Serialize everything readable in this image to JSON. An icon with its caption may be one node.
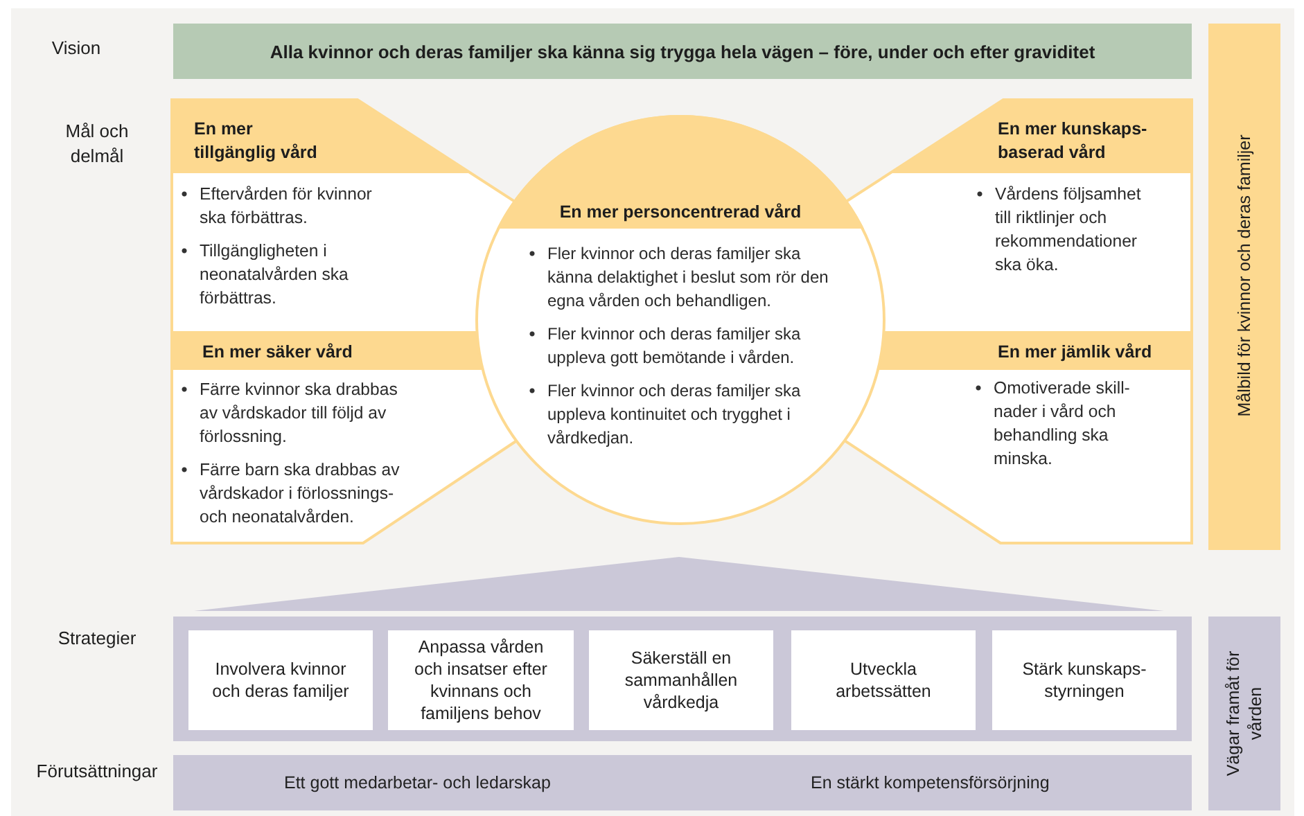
{
  "diagram": {
    "nodes": [
      {
        "text": [
          "Alla kvinnor och deras familjer ska känna sig trygga hela vägen – före, under och efter graviditet"
        ]
      },
      {
        "text": [
          "Målbild för kvinnor och deras familjer"
        ]
      },
      {
        "text": [
          "En mer tillgänglig vård",
          "Eftervården för kvinnor ska förbättras.",
          "Tillgängligheten i neonatalvården ska förbättras."
        ]
      },
      {
        "text": [
          "En mer säker vård",
          "Färre kvinnor ska drabbas av vårdskador till följd av förlossning.",
          "Färre barn ska drabbas av vårdskador i förlossnings- och neonatalvården."
        ]
      },
      {
        "text": [
          "En mer personcentrerad vård",
          "Fler kvinnor och deras familjer ska känna delaktighet i beslut som rör den egna vården och behandligen.",
          "Fler kvinnor och deras familjer ska uppleva gott bemötande i vården.",
          "Fler kvinnor och deras familjer ska uppleva kontinuitet och trygghet i vårdkedjan."
        ]
      },
      {
        "text": [
          "En mer kunskaps- baserad vård",
          "Vårdens följsamhet till riktlinjer och rekommendationer ska öka."
        ]
      },
      {
        "text": [
          "En mer jämlik vård",
          "Omotiverade skill- nader i vård och behandling ska minska."
        ]
      },
      {
        "text": [],
        "shape": "triangle"
      },
      {
        "text": [],
        "shape": "box"
      },
      {
        "text": [
          "Involvera kvinnor och deras familjer"
        ],
        "in": 8
      },
      {
        "text": [
          "Anpassa vården och insatser efter kvinnans och familjens behov"
        ],
        "in": 8
      },
      {
        "text": [
          "Säkerställ en sammanhållen vårdkedja"
        ],
        "in": 8
      },
      {
        "text": [
          "Utveckla arbetssätten"
        ],
        "in": 8
      },
      {
        "text": [
          "Stärk kunskaps- styrningen"
        ],
        "in": 8
      },
      {
        "text": [
          "Ett gott medarbetar- och ledarskap",
          "En stärkt kompetensförsörjning"
        ]
      },
      {
        "text": [
          "Vägar framåt för vården"
        ]
      }
    ],
    "labels": [
      "Vision",
      "Mål och delmål",
      "Strategier",
      "Förutsättningar"
    ]
  }
}
